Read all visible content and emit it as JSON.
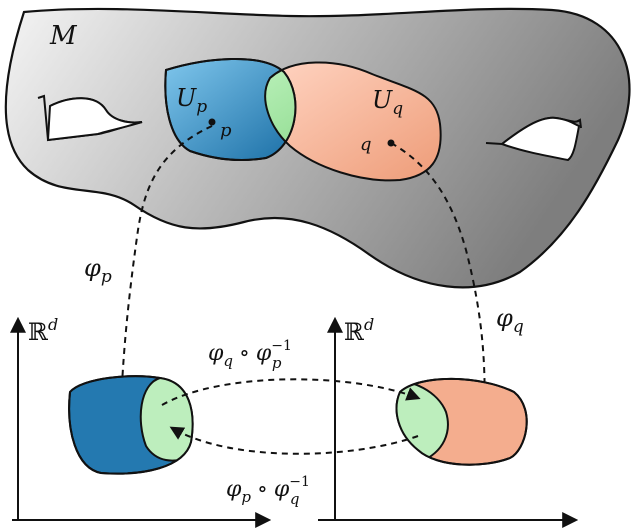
{
  "manifold": {
    "label": "M",
    "fill_light": "#f2f2f2",
    "fill_dark": "#8a8a8a"
  },
  "charts": {
    "p": {
      "patch_label": "U",
      "patch_subscript": "p",
      "point_label": "p",
      "map_label": "φ",
      "map_subscript": "p",
      "color": "#2f8fc4"
    },
    "q": {
      "patch_label": "U",
      "patch_subscript": "q",
      "point_label": "q",
      "map_label": "φ",
      "map_subscript": "q",
      "color": "#f0a482"
    },
    "overlap_color": "#90e090"
  },
  "spaces": {
    "left_label": "ℝ",
    "left_superscript": "d",
    "right_label": "ℝ",
    "right_superscript": "d"
  },
  "transitions": {
    "top": {
      "phi": "φ",
      "sub1": "q",
      "compose": "∘",
      "phi2": "φ",
      "sub2": "p",
      "sup2": "−1"
    },
    "bottom": {
      "phi": "φ",
      "sub1": "p",
      "compose": "∘",
      "phi2": "φ",
      "sub2": "q",
      "sup2": "−1"
    }
  }
}
